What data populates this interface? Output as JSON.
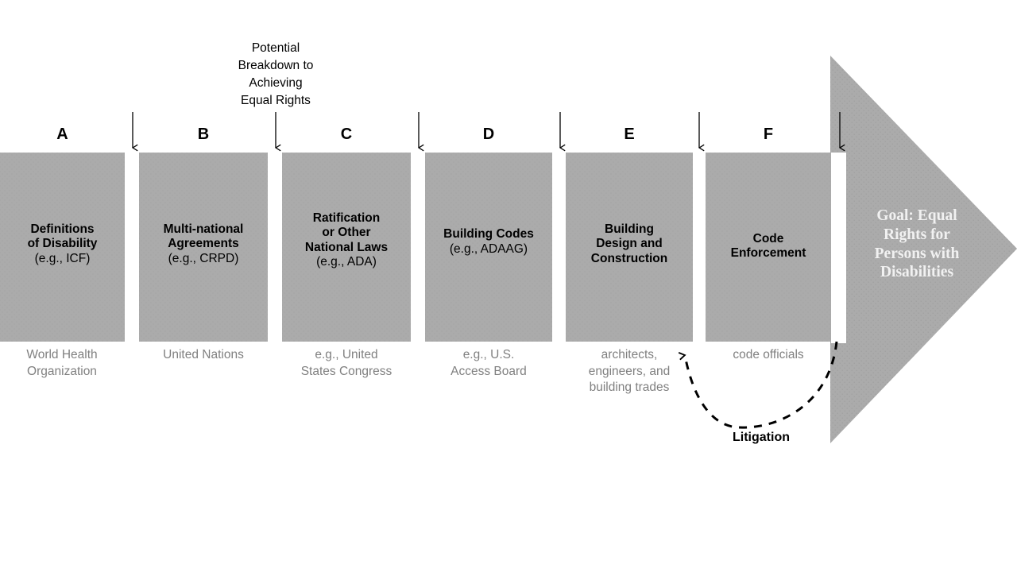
{
  "diagram": {
    "breakdown_note": "Potential\nBreakdown to\nAchieving\nEqual Rights",
    "litigation_label": "Litigation",
    "goal_text": "Goal: Equal\nRights for\nPersons with\nDisabilities",
    "colors": {
      "box_fill": "#ababab",
      "box_dots": "#9e9e9e",
      "caption_text": "#808080",
      "title_text": "#000000",
      "goal_text": "#f1f1f1",
      "arrow": "#000000",
      "background": "#ffffff"
    },
    "stages": [
      {
        "letter": "A",
        "title": "Definitions\nof Disability",
        "subtitle": "(e.g., ICF)",
        "caption": "World Health\nOrganization"
      },
      {
        "letter": "B",
        "title": "Multi-national\nAgreements",
        "subtitle": "(e.g., CRPD)",
        "caption": "United Nations"
      },
      {
        "letter": "C",
        "title": "Ratification\nor Other\nNational Laws",
        "subtitle": "(e.g., ADA)",
        "caption": "e.g., United\nStates Congress"
      },
      {
        "letter": "D",
        "title": "Building Codes",
        "subtitle": "(e.g., ADAAG)",
        "caption": "e.g., U.S.\nAccess Board"
      },
      {
        "letter": "E",
        "title": "Building\nDesign and\nConstruction",
        "subtitle": "",
        "caption": "architects,\nengineers, and\nbuilding trades"
      },
      {
        "letter": "F",
        "title": "Code\nEnforcement",
        "subtitle": "",
        "caption": "code officials"
      }
    ],
    "icons": {
      "breakdown_arrow": "down-arrow-icon",
      "litigation_arrow": "curved-dashed-arrow-icon",
      "goal_arrow": "right-arrow-triangle-icon"
    }
  }
}
